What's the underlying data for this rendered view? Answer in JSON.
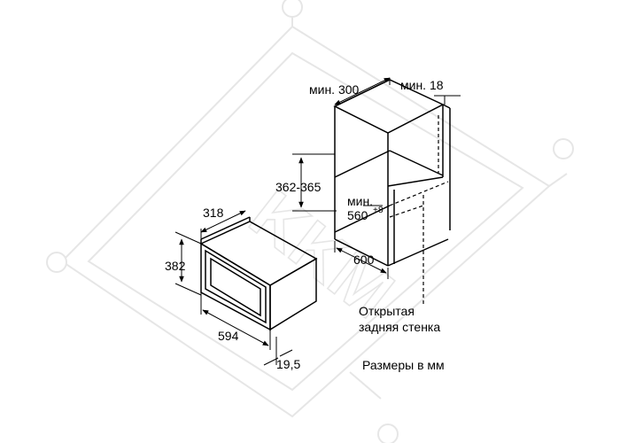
{
  "dimensions": {
    "min_depth_label": "мин. 300",
    "min_side_label": "мин. 18",
    "niche_height_label": "362-365",
    "min_width_prefix": "мин.",
    "min_width_value": "560",
    "min_width_tolerance": "+8",
    "niche_depth_label": "600",
    "appliance_depth_label": "318",
    "appliance_height_label": "382",
    "appliance_width_label": "594",
    "front_thickness_label": "19,5"
  },
  "notes": {
    "open_back_line1": "Открытая",
    "open_back_line2": "задняя стенка",
    "units_note": "Размеры в мм"
  },
  "watermark": {
    "text": "KKM"
  },
  "colors": {
    "line": "#000000",
    "watermark": "#e6e6e6",
    "background": "#ffffff"
  }
}
